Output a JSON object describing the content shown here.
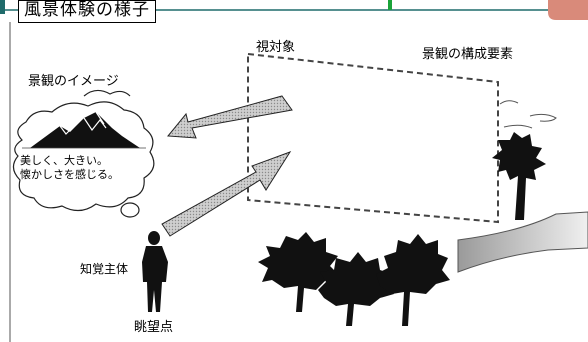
{
  "title": "風景体験の様子",
  "labels": {
    "view_target": "視対象",
    "landscape_elements": "景観の構成要素",
    "landscape_image": "景観のイメージ",
    "thought_line1": "美しく、大きい。",
    "thought_line2": "懐かしさを感じる。",
    "perceiving_subject": "知覚主体",
    "viewpoint": "眺望点"
  },
  "colors": {
    "frame_line": "#1f6b6b",
    "arrow_fill": "#b8b8b8",
    "accent_green": "#1aa33a",
    "accent_salmon": "#d98a7a"
  },
  "icons": [
    "mountain-icon",
    "person-silhouette-icon",
    "tree-icon",
    "cloud-icon",
    "river-icon"
  ]
}
